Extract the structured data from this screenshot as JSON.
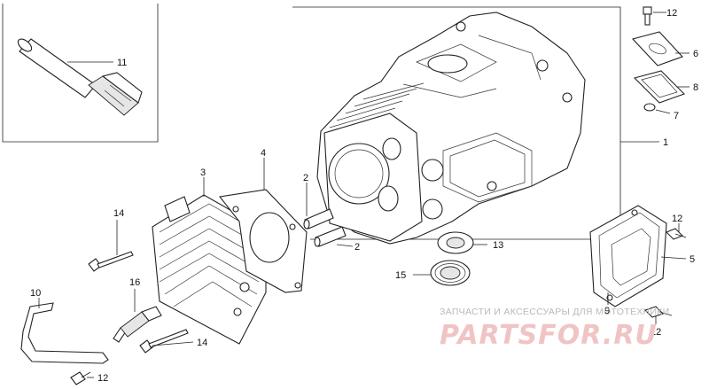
{
  "callouts": {
    "c1": "1",
    "c2a": "2",
    "c2b": "2",
    "c3": "3",
    "c4": "4",
    "c5": "5",
    "c6": "6",
    "c7": "7",
    "c8": "8",
    "c9": "9",
    "c10": "10",
    "c11": "11",
    "c12a": "12",
    "c12b": "12",
    "c12c": "12",
    "c12d": "12",
    "c13": "13",
    "c14a": "14",
    "c14b": "14",
    "c15": "15",
    "c16": "16"
  },
  "watermark": {
    "caption": "ЗАПЧАСТИ И АКСЕССУАРЫ ДЛЯ МОТОТЕХНИКИ",
    "brand": "PARTSFOR.RU"
  },
  "colors": {
    "ink": "#222222",
    "watermark_text": "#b9b9b9",
    "watermark_brand": "#f0c4c4"
  }
}
